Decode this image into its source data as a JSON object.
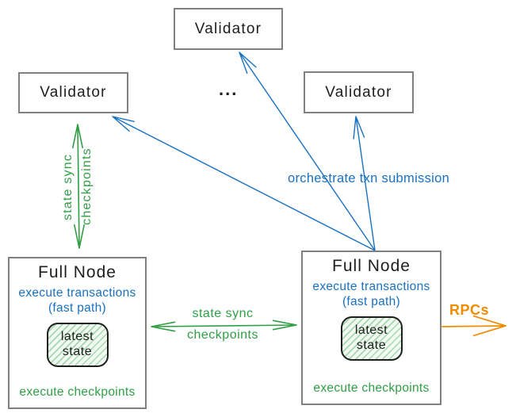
{
  "colors": {
    "green": "#2f9e44",
    "blue": "#1971c2",
    "orange": "#f08c00",
    "ink": "#1e1e1e",
    "box_border": "#808080",
    "state_fill": "#f1faf1",
    "state_hatch": "rgba(77,171,96,0.45)",
    "canvas_bg": "#ffffff"
  },
  "nodes": {
    "validator_top": {
      "label": "Validator"
    },
    "validator_left": {
      "label": "Validator"
    },
    "validator_right": {
      "label": "Validator"
    },
    "ellipsis": "...",
    "full_node_left": {
      "title": "Full Node",
      "exec_transactions": "execute transactions",
      "fast_path": "(fast path)",
      "state_line1": "latest",
      "state_line2": "state",
      "exec_checkpoints": "execute checkpoints"
    },
    "full_node_right": {
      "title": "Full Node",
      "exec_transactions": "execute transactions",
      "fast_path": "(fast path)",
      "state_line1": "latest",
      "state_line2": "state",
      "exec_checkpoints": "execute checkpoints"
    }
  },
  "edges": {
    "validator_fullnode_sync": {
      "line1": "state sync",
      "line2": "checkpoints"
    },
    "fullnode_fullnode_sync": {
      "line1": "state sync",
      "line2": "checkpoints"
    },
    "orchestrate": {
      "label": "orchestrate txn submission"
    },
    "rpc": {
      "label": "RPCs"
    }
  }
}
